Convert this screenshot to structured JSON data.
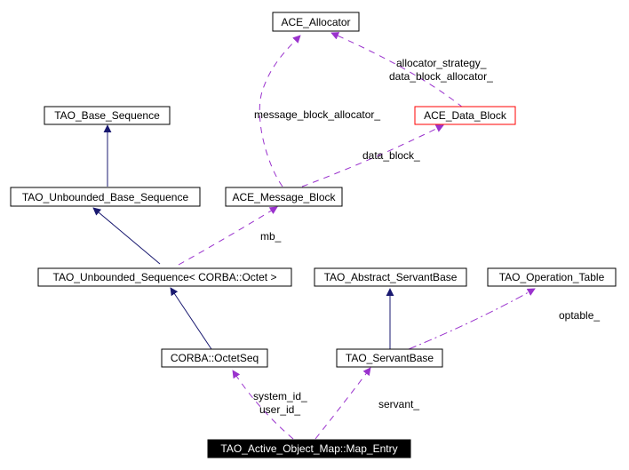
{
  "diagram": {
    "nodes": {
      "ace_allocator": "ACE_Allocator",
      "tao_base_sequence": "TAO_Base_Sequence",
      "ace_data_block": "ACE_Data_Block",
      "tao_unbounded_base_sequence": "TAO_Unbounded_Base_Sequence",
      "ace_message_block": "ACE_Message_Block",
      "tao_unbounded_sequence_octet": "TAO_Unbounded_Sequence< CORBA::Octet >",
      "tao_abstract_servantbase": "TAO_Abstract_ServantBase",
      "tao_operation_table": "TAO_Operation_Table",
      "corba_octetseq": "CORBA::OctetSeq",
      "tao_servantbase": "TAO_ServantBase",
      "map_entry": "TAO_Active_Object_Map::Map_Entry"
    },
    "edge_labels": {
      "allocator_strategy": "allocator_strategy_",
      "data_block_allocator": "data_block_allocator_",
      "message_block_allocator": "message_block_allocator_",
      "data_block": "data_block_",
      "mb": "mb_",
      "optable": "optable_",
      "system_id": "system_id_",
      "user_id": "user_id_",
      "servant": "servant_"
    },
    "colors": {
      "inheritance": "#191970",
      "usage": "#9a32cd",
      "highlight_border": "#ff0000",
      "selected_fill": "#000000"
    }
  }
}
